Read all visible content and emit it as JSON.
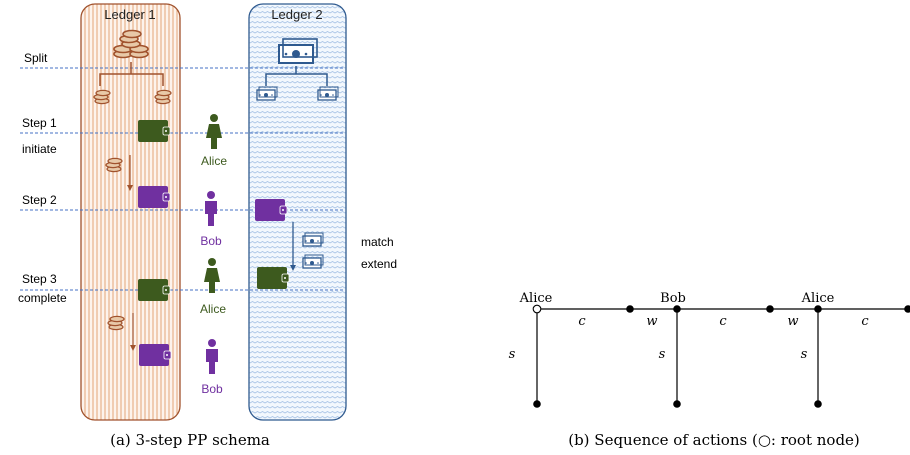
{
  "ledgers": [
    {
      "name": "Ledger 1",
      "color": "#a0522d"
    },
    {
      "name": "Ledger 2",
      "color": "#2f5a8f"
    }
  ],
  "phases": [
    {
      "label": "Split"
    },
    {
      "label": "Step 1",
      "sublabel": "initiate"
    },
    {
      "label": "Step 2",
      "sublabel": ""
    },
    {
      "label": "Step 3",
      "sublabel": "complete"
    }
  ],
  "ledger2_actions": [
    "match",
    "extend"
  ],
  "people": [
    {
      "name": "Alice",
      "color": "#3d5a1e"
    },
    {
      "name": "Bob",
      "color": "#7030a0"
    },
    {
      "name": "Alice",
      "color": "#3d5a1e"
    },
    {
      "name": "Bob",
      "color": "#7030a0"
    }
  ],
  "colors": {
    "coin": "#a0522d",
    "cash": "#2f5a8f",
    "wallet_green": "#3d5a1e",
    "wallet_purple": "#7030a0",
    "phase_line": "#4472c4"
  },
  "sequence": {
    "nodes": [
      "Alice",
      "Bob",
      "Alice"
    ],
    "edge_c": "c",
    "edge_w": "w",
    "edge_s": "s"
  },
  "captions": {
    "a": "(a) 3-step PP schema",
    "b": "(b) Sequence of actions (○: root node)"
  }
}
